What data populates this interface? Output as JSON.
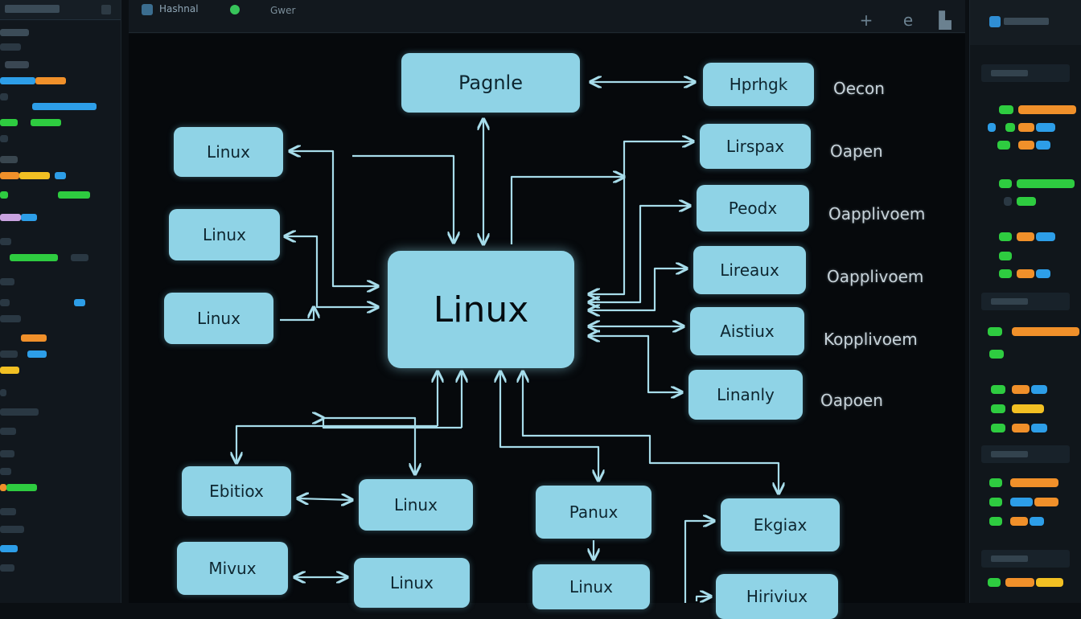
{
  "window": {
    "app_title": "Hashnal",
    "doc_label": "Gwer"
  },
  "toolbar": {
    "icons": [
      "plus-icon",
      "edge-icon",
      "pin-icon"
    ]
  },
  "colors": {
    "node_fill": "#8fd3e6",
    "arrow": "#a7dcea",
    "background": "#06090c",
    "accent_green": "#2ecc40",
    "accent_orange": "#f0902a",
    "accent_blue": "#2d9ee8"
  },
  "diagram": {
    "top_node": "Pagnle",
    "center_node": "Linux",
    "left_nodes": [
      "Linux",
      "Linux",
      "Linux"
    ],
    "right_nodes": [
      "Hprhgk",
      "Lirspax",
      "Peodx",
      "Lireaux",
      "Aistiux",
      "Linanly"
    ],
    "right_labels": [
      "Oecon",
      "Oapen",
      "Oapplivoem",
      "Oapplivoem",
      "Kopplivoem",
      "Oapoen"
    ],
    "bottom_nodes": [
      "Ebitiox",
      "Linux",
      "Mivux",
      "Linux",
      "Panux",
      "Linux",
      "Ekgiax",
      "Hiriviux"
    ]
  }
}
